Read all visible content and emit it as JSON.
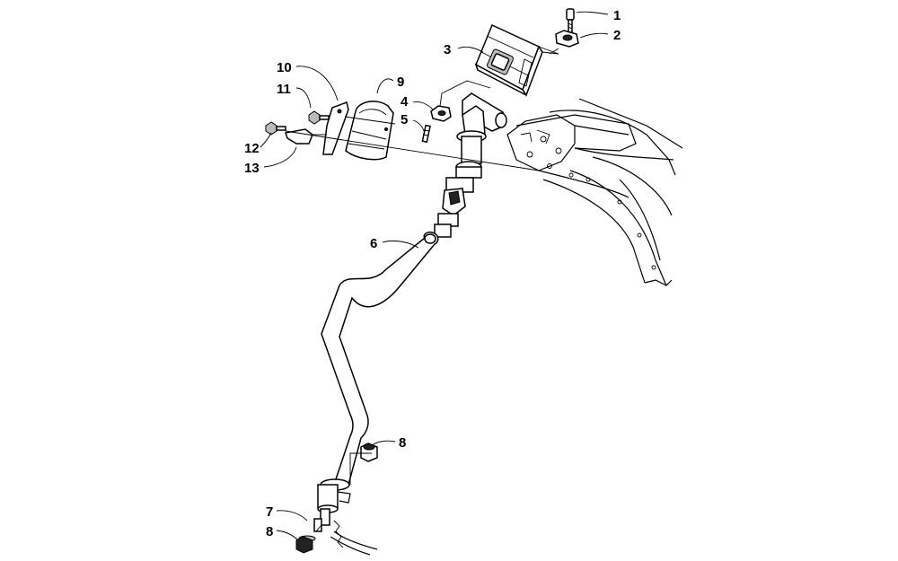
{
  "callouts": [
    {
      "id": "c1",
      "number": "1"
    },
    {
      "id": "c2",
      "number": "2"
    },
    {
      "id": "c3",
      "number": "3"
    },
    {
      "id": "c4",
      "number": "4"
    },
    {
      "id": "c5",
      "number": "5"
    },
    {
      "id": "c6",
      "number": "6"
    },
    {
      "id": "c7",
      "number": "7"
    },
    {
      "id": "c8a",
      "number": "8"
    },
    {
      "id": "c8b",
      "number": "8"
    },
    {
      "id": "c9",
      "number": "9"
    },
    {
      "id": "c10",
      "number": "10"
    },
    {
      "id": "c11",
      "number": "11"
    },
    {
      "id": "c12",
      "number": "12"
    },
    {
      "id": "c13",
      "number": "13"
    }
  ]
}
